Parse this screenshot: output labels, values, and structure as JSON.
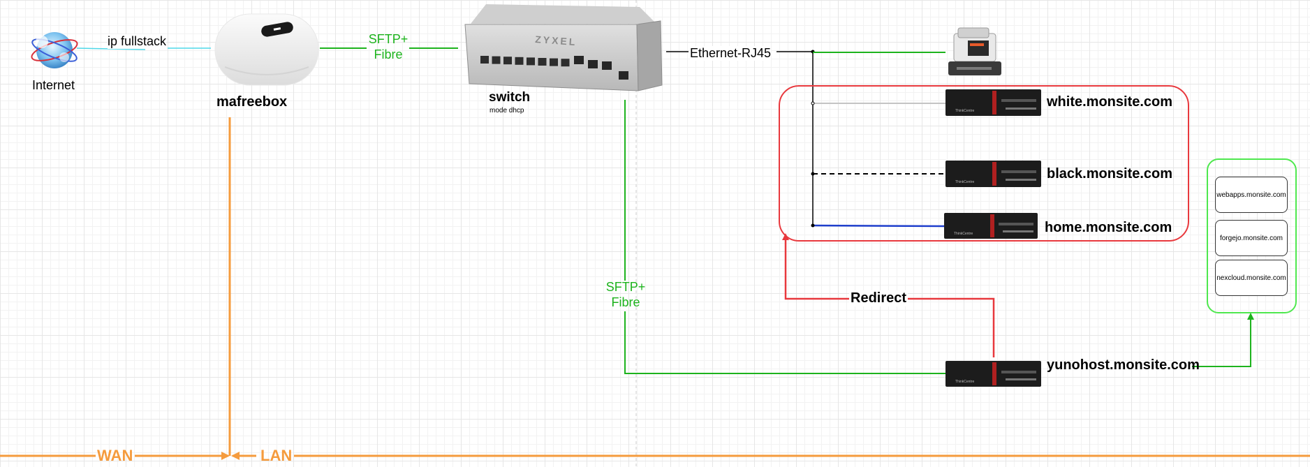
{
  "internet": {
    "label": "Internet",
    "link_label": "ip fullstack"
  },
  "router": {
    "label": "mafreebox"
  },
  "uplink": {
    "line1": "SFTP+",
    "line2": "Fibre"
  },
  "switch": {
    "label": "switch",
    "sublabel": "mode dhcp",
    "brand": "ZYXEL"
  },
  "ethernet": {
    "label": "Ethernet-RJ45"
  },
  "servers": {
    "white": "white.monsite.com",
    "black": "black.monsite.com",
    "home": "home.monsite.com",
    "yunohost": "yunohost.monsite.com"
  },
  "downlink": {
    "line1": "SFTP+",
    "line2": "Fibre"
  },
  "redirect": {
    "label": "Redirect"
  },
  "apps": {
    "webapps": "webapps.monsite.com",
    "forgejo": "forgejo.monsite.com",
    "nextcloud": "nexcloud.monsite.com"
  },
  "zones": {
    "wan": "WAN",
    "lan": "LAN"
  },
  "colors": {
    "green": "#1db31d",
    "red": "#e8383d",
    "blue": "#1f3fcc",
    "orange": "#f59b3d",
    "cyan": "#4fd8e8"
  }
}
